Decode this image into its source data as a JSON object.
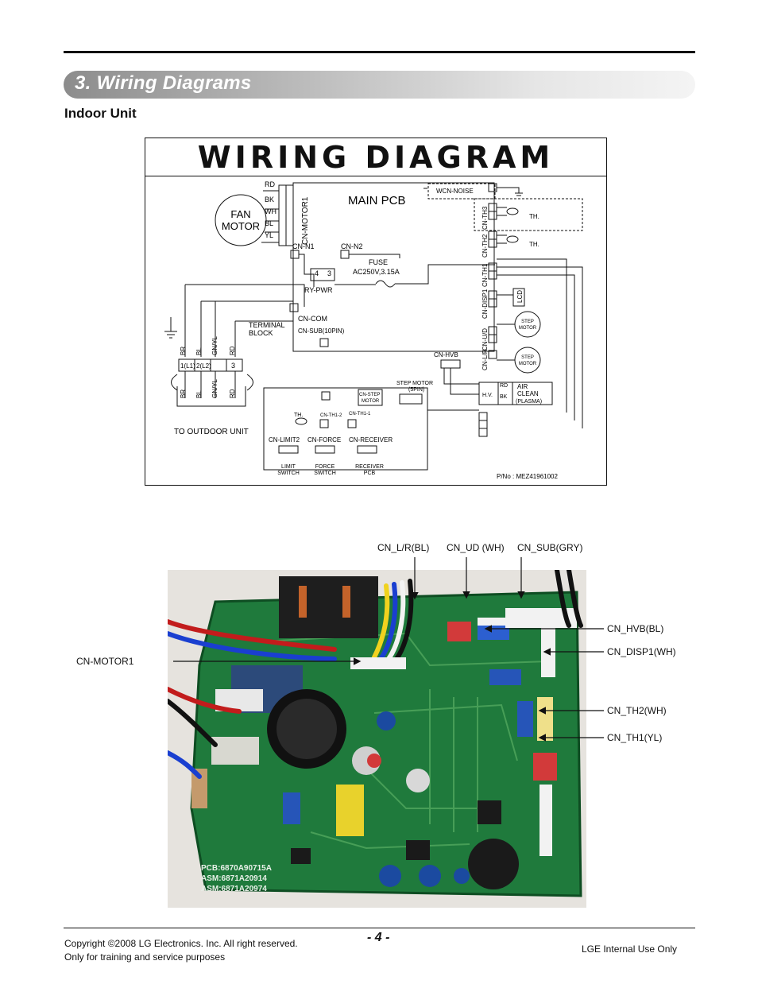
{
  "section": {
    "title": "3. Wiring Diagrams"
  },
  "subheading": "Indoor Unit",
  "diagram": {
    "title": "WIRING DIAGRAM",
    "main_pcb": "MAIN PCB",
    "fan_motor": [
      "FAN",
      "MOTOR"
    ],
    "motor_wires": [
      "RD",
      "BK",
      "WH",
      "BL",
      "YL"
    ],
    "cn_motor1": "CN-MOTOR1",
    "cn_n1": "CN-N1",
    "cn_n2": "CN-N2",
    "fuse": [
      "FUSE",
      "AC250V,3.15A"
    ],
    "relay_pins": [
      "4",
      "3"
    ],
    "ry_pwr": "RY-PWR",
    "terminal_block": [
      "TERMINAL",
      "BLOCK"
    ],
    "cn_com": "CN-COM",
    "cn_sub": "CN-SUB(10PIN)",
    "terminal_wires_top": [
      "BR",
      "BL",
      "GN/YL",
      "RD"
    ],
    "terminal_cells": [
      "1(L1)",
      "2(L2)",
      "3"
    ],
    "terminal_wires_bottom": [
      "BR",
      "BL",
      "GN/YL",
      "RD"
    ],
    "to_outdoor": "TO OUTDOOR UNIT",
    "wcn_noise": "WCN-NOISE",
    "cn_th3": "CN-TH3",
    "cn_th2": "CN-TH2",
    "cn_th1": "CN-TH1",
    "cn_disp1": "CN-DISP1",
    "cn_ud": "CN-U/D",
    "cn_lr": "CN-L/R",
    "th": "TH.",
    "lcd": "LCD",
    "step_motor": [
      "STEP",
      "MOTOR"
    ],
    "cn_hvb": "CN-HVB",
    "hv": "H.V.",
    "hv_wires": [
      "RD",
      "BK"
    ],
    "air_clean": [
      "AIR",
      "CLEAN",
      "(PLASMA)"
    ],
    "step_motor_5pin": [
      "STEP MOTOR",
      "(5PIN)"
    ],
    "cn_step_motor": [
      "CN-STEP",
      "MOTOR"
    ],
    "cn_th1_2": "CN-TH1-2",
    "cn_th1_1": "CN-TH1-1",
    "cn_limit2": "CN-LIMIT2",
    "cn_force": "CN-FORCE",
    "cn_receiver": "CN-RECEIVER",
    "limit_switch": [
      "LIMIT",
      "SWITCH"
    ],
    "force_switch": [
      "FORCE",
      "SWITCH"
    ],
    "receiver_pcb": [
      "RECEIVER",
      "PCB"
    ],
    "part_no": "P/No : MEZ41961002"
  },
  "photo": {
    "pcb_markings": [
      "PCB:6870A90715A",
      "ASM:6871A20914",
      "ASM:6871A20974"
    ],
    "callouts": {
      "cn_lr": "CN_L/R(BL)",
      "cn_ud": "CN_UD (WH)",
      "cn_sub": "CN_SUB(GRY)",
      "cn_motor1": "CN-MOTOR1",
      "cn_hvb": "CN_HVB(BL)",
      "cn_disp1": "CN_DISP1(WH)",
      "cn_th2": "CN_TH2(WH)",
      "cn_th1": "CN_TH1(YL)"
    }
  },
  "footer": {
    "copyright": "Copyright ©2008 LG Electronics. Inc. All right reserved.",
    "training": "Only for training and service purposes",
    "page": "- 4 -",
    "internal": "LGE Internal Use Only"
  }
}
